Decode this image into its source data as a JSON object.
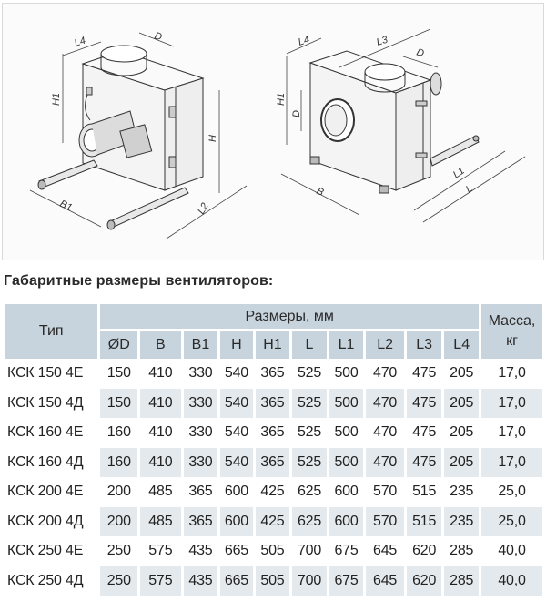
{
  "figure": {
    "left_view_labels": [
      "L4",
      "D",
      "H1",
      "H",
      "B1",
      "L2"
    ],
    "right_view_labels": [
      "L4",
      "L3",
      "D",
      "H1",
      "D",
      "B",
      "L1",
      "L"
    ]
  },
  "section_title": "Габаритные размеры вентиляторов:",
  "table": {
    "header": {
      "type_label": "Тип",
      "dimensions_group_label": "Размеры, мм",
      "mass_label_line1": "Масса,",
      "mass_label_line2": "кг",
      "columns": [
        "ØD",
        "B",
        "B1",
        "H",
        "H1",
        "L",
        "L1",
        "L2",
        "L3",
        "L4"
      ]
    },
    "rows": [
      {
        "type": "КСК 150 4Е",
        "values": [
          "150",
          "410",
          "330",
          "540",
          "365",
          "525",
          "500",
          "470",
          "475",
          "205"
        ],
        "mass": "17,0"
      },
      {
        "type": "КСК 150 4Д",
        "values": [
          "150",
          "410",
          "330",
          "540",
          "365",
          "525",
          "500",
          "470",
          "475",
          "205"
        ],
        "mass": "17,0"
      },
      {
        "type": "КСК 160 4Е",
        "values": [
          "160",
          "410",
          "330",
          "540",
          "365",
          "525",
          "500",
          "470",
          "475",
          "205"
        ],
        "mass": "17,0"
      },
      {
        "type": "КСК 160 4Д",
        "values": [
          "160",
          "410",
          "330",
          "540",
          "365",
          "525",
          "500",
          "470",
          "475",
          "205"
        ],
        "mass": "17,0"
      },
      {
        "type": "КСК 200 4Е",
        "values": [
          "200",
          "485",
          "365",
          "600",
          "425",
          "625",
          "600",
          "570",
          "515",
          "235"
        ],
        "mass": "25,0"
      },
      {
        "type": "КСК 200 4Д",
        "values": [
          "200",
          "485",
          "365",
          "600",
          "425",
          "625",
          "600",
          "570",
          "515",
          "235"
        ],
        "mass": "25,0"
      },
      {
        "type": "КСК 250 4Е",
        "values": [
          "250",
          "575",
          "435",
          "665",
          "505",
          "700",
          "675",
          "645",
          "620",
          "285"
        ],
        "mass": "40,0"
      },
      {
        "type": "КСК 250 4Д",
        "values": [
          "250",
          "575",
          "435",
          "665",
          "505",
          "700",
          "675",
          "645",
          "620",
          "285"
        ],
        "mass": "40,0"
      }
    ]
  },
  "colors": {
    "header_bg": "#c7d4dd",
    "shaded_row_bg": "#e3e9ed",
    "figure_border": "#d9d9d9"
  }
}
